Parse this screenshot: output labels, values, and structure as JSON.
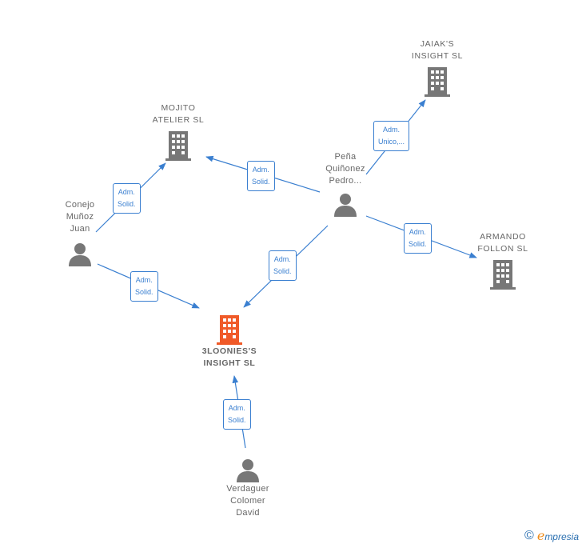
{
  "companies": {
    "jaiak": {
      "line1": "JAIAK'S",
      "line2": "INSIGHT SL",
      "color": "#777777"
    },
    "mojito": {
      "line1": "MOJITO",
      "line2": "ATELIER  SL",
      "color": "#777777"
    },
    "armando": {
      "line1": "ARMANDO",
      "line2": "FOLLON  SL",
      "color": "#777777"
    },
    "main": {
      "line1": "3LOONIES'S",
      "line2": "INSIGHT  SL",
      "color": "#f05a28"
    }
  },
  "persons": {
    "pena": {
      "line1": "Peña",
      "line2": "Quiñonez",
      "line3": "Pedro..."
    },
    "conejo": {
      "line1": "Conejo",
      "line2": "Muñoz",
      "line3": "Juan"
    },
    "verdaguer": {
      "line1": "Verdaguer",
      "line2": "Colomer",
      "line3": "David"
    }
  },
  "edges": {
    "pena_jaiak": {
      "line1": "Adm.",
      "line2": "Unico,..."
    },
    "pena_mojito": {
      "line1": "Adm.",
      "line2": "Solid."
    },
    "pena_armando": {
      "line1": "Adm.",
      "line2": "Solid."
    },
    "pena_main": {
      "line1": "Adm.",
      "line2": "Solid."
    },
    "conejo_mojito": {
      "line1": "Adm.",
      "line2": "Solid."
    },
    "conejo_main": {
      "line1": "Adm.",
      "line2": "Solid."
    },
    "verdaguer_main": {
      "line1": "Adm.",
      "line2": "Solid."
    }
  },
  "colors": {
    "edge": "#3a7fd0",
    "person_icon": "#777777"
  },
  "brand": {
    "copyright": "©",
    "e": "e",
    "text": "mpresia"
  }
}
